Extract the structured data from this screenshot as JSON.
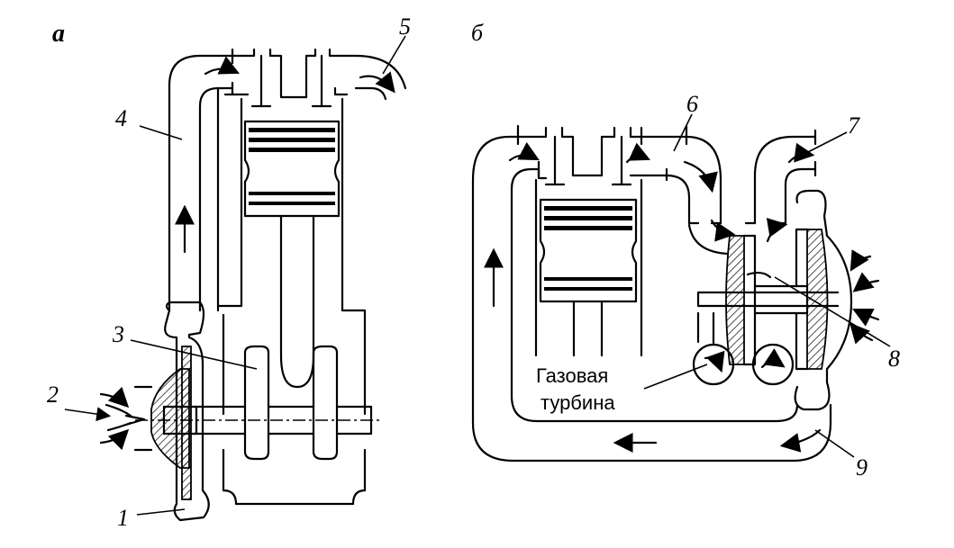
{
  "panel_a": {
    "letter": "а",
    "callouts": [
      "1",
      "2",
      "3",
      "4",
      "5"
    ]
  },
  "panel_b": {
    "letter": "б",
    "callouts": [
      "6",
      "7",
      "8",
      "9"
    ],
    "caption_line1": "Газовая",
    "caption_line2": "турбина"
  },
  "colors": {
    "ink": "#000000",
    "paper": "#ffffff"
  }
}
